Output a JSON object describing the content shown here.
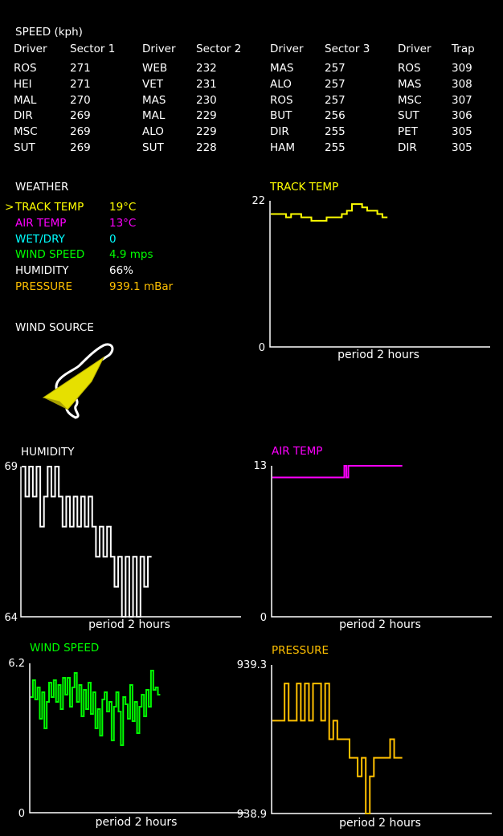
{
  "speed": {
    "title": "SPEED (kph)",
    "columns": [
      {
        "driver_header": "Driver",
        "value_header": "Sector 1",
        "rows": [
          [
            "ROS",
            "271"
          ],
          [
            "HEI",
            "271"
          ],
          [
            "MAL",
            "270"
          ],
          [
            "DIR",
            "269"
          ],
          [
            "MSC",
            "269"
          ],
          [
            "SUT",
            "269"
          ]
        ]
      },
      {
        "driver_header": "Driver",
        "value_header": "Sector 2",
        "rows": [
          [
            "WEB",
            "232"
          ],
          [
            "VET",
            "231"
          ],
          [
            "MAS",
            "230"
          ],
          [
            "MAL",
            "229"
          ],
          [
            "ALO",
            "229"
          ],
          [
            "SUT",
            "228"
          ]
        ]
      },
      {
        "driver_header": "Driver",
        "value_header": "Sector 3",
        "rows": [
          [
            "MAS",
            "257"
          ],
          [
            "ALO",
            "257"
          ],
          [
            "ROS",
            "257"
          ],
          [
            "BUT",
            "256"
          ],
          [
            "DIR",
            "255"
          ],
          [
            "HAM",
            "255"
          ]
        ]
      },
      {
        "driver_header": "Driver",
        "value_header": "Trap",
        "rows": [
          [
            "ROS",
            "309"
          ],
          [
            "MAS",
            "308"
          ],
          [
            "MSC",
            "307"
          ],
          [
            "SUT",
            "306"
          ],
          [
            "PET",
            "305"
          ],
          [
            "DIR",
            "305"
          ]
        ]
      }
    ]
  },
  "weather": {
    "title": "WEATHER",
    "selected_marker": ">",
    "rows": [
      {
        "label": "TRACK TEMP",
        "value": "19°C",
        "color": "#ffff00",
        "selected": true
      },
      {
        "label": "AIR TEMP",
        "value": "13°C",
        "color": "#ff00ff",
        "selected": false
      },
      {
        "label": "WET/DRY",
        "value": "0",
        "color": "#00ffff",
        "selected": false
      },
      {
        "label": "WIND SPEED",
        "value": "4.9 mps",
        "color": "#00ff00",
        "selected": false
      },
      {
        "label": "HUMIDITY",
        "value": "66%",
        "color": "#ffffff",
        "selected": false
      },
      {
        "label": "PRESSURE",
        "value": "939.1 mBar",
        "color": "#ffc000",
        "selected": false
      }
    ]
  },
  "wind_source": {
    "title": "WIND SOURCE",
    "arrow_color": "#ffff00",
    "track_color": "#ffffff"
  },
  "charts": {
    "track_temp": {
      "title": "TRACK TEMP",
      "color": "#ffff00",
      "y_max_label": "22",
      "y_min_label": "0",
      "x_label": "period 2 hours"
    },
    "humidity": {
      "title": "HUMIDITY",
      "color": "#ffffff",
      "y_max_label": "69",
      "y_min_label": "64",
      "x_label": "period 2 hours"
    },
    "air_temp": {
      "title": "AIR TEMP",
      "color": "#ff00ff",
      "y_max_label": "13",
      "y_min_label": "0",
      "x_label": "period 2 hours"
    },
    "wind_speed": {
      "title": "WIND SPEED",
      "color": "#00ff00",
      "y_max_label": "6.2",
      "y_min_label": "0",
      "x_label": "period 2 hours"
    },
    "pressure": {
      "title": "PRESSURE",
      "color": "#ffc000",
      "y_max_label": "939.3",
      "y_min_label": "938.9",
      "x_label": "period 2 hours"
    }
  },
  "chart_data": [
    {
      "type": "line",
      "title": "TRACK TEMP",
      "xlabel": "period 2 hours",
      "ylim": [
        0,
        22
      ],
      "series": [
        {
          "values": [
            20,
            20,
            20,
            19.5,
            20,
            20,
            19.5,
            19.5,
            19,
            19,
            19,
            19.5,
            19.5,
            19.5,
            20,
            20.5,
            21.5,
            21.5,
            21,
            20.5,
            20.5,
            20,
            19.5
          ]
        }
      ]
    },
    {
      "type": "line",
      "title": "HUMIDITY",
      "xlabel": "period 2 hours",
      "ylim": [
        64,
        69
      ],
      "series": [
        {
          "values": [
            69,
            68,
            69,
            68,
            69,
            67,
            68,
            69,
            68,
            69,
            68,
            67,
            68,
            67,
            68,
            67,
            68,
            67,
            68,
            67,
            66,
            67,
            66,
            67,
            66,
            65,
            66,
            64,
            66,
            64,
            66,
            64,
            66,
            65,
            66
          ]
        }
      ]
    },
    {
      "type": "line",
      "title": "AIR TEMP",
      "xlabel": "period 2 hours",
      "ylim": [
        0,
        13
      ],
      "series": [
        {
          "values": [
            12,
            12,
            12,
            12,
            12,
            12,
            12,
            12,
            12,
            12,
            12,
            12,
            12,
            12,
            12,
            12,
            12,
            12,
            12,
            12,
            12,
            12,
            12,
            12,
            12,
            12,
            12,
            12,
            12,
            12,
            12,
            12,
            12,
            12,
            12,
            12,
            13,
            12,
            13,
            13,
            13,
            13,
            13,
            13,
            13,
            13,
            13,
            13,
            13,
            13,
            13,
            13,
            13,
            13,
            13,
            13,
            13,
            13,
            13,
            13,
            13,
            13,
            13,
            13,
            13
          ]
        }
      ]
    },
    {
      "type": "line",
      "title": "WIND SPEED",
      "xlabel": "period 2 hours",
      "ylim": [
        0,
        6.2
      ],
      "series": [
        {
          "values": [
            4.8,
            5.5,
            4.7,
            5.2,
            3.9,
            5.0,
            3.5,
            4.6,
            5.4,
            4.8,
            5.5,
            4.6,
            5.3,
            4.3,
            5.6,
            4.9,
            5.6,
            4.4,
            5.2,
            5.8,
            4.6,
            5.3,
            4.0,
            5.1,
            4.3,
            5.4,
            4.1,
            5.0,
            3.5,
            4.3,
            3.2,
            4.7,
            5.0,
            4.2,
            4.6,
            3.0,
            4.4,
            5.0,
            4.2,
            2.8,
            4.8,
            4.5,
            3.9,
            5.3,
            3.8,
            4.6,
            3.3,
            4.4,
            4.9,
            4.0,
            5.1,
            4.4,
            5.9,
            5.1,
            5.2,
            4.9
          ]
        }
      ]
    },
    {
      "type": "line",
      "title": "PRESSURE",
      "xlabel": "period 2 hours",
      "ylim": [
        938.9,
        939.3
      ],
      "series": [
        {
          "values": [
            939.15,
            939.15,
            939.15,
            939.25,
            939.15,
            939.15,
            939.25,
            939.15,
            939.25,
            939.15,
            939.25,
            939.25,
            939.15,
            939.25,
            939.1,
            939.15,
            939.1,
            939.1,
            939.1,
            939.05,
            939.05,
            939.0,
            939.05,
            938.9,
            939.0,
            939.05,
            939.05,
            939.05,
            939.05,
            939.1,
            939.05,
            939.05
          ]
        }
      ]
    }
  ]
}
